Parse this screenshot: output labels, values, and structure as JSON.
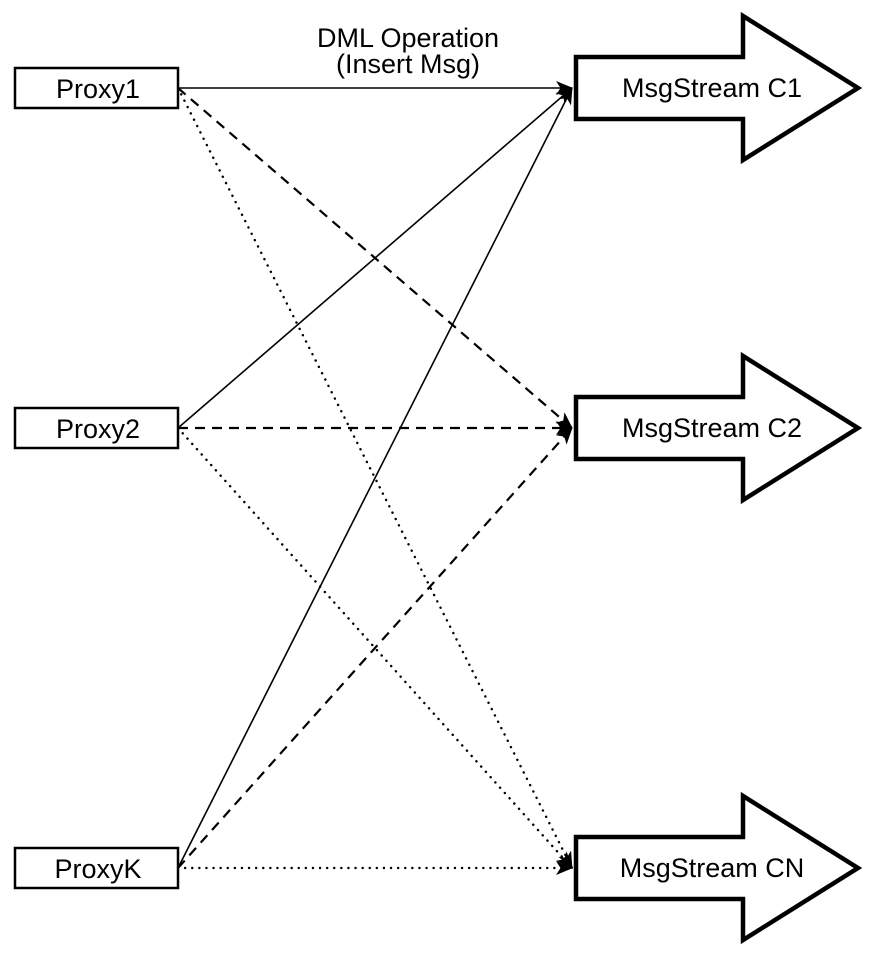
{
  "title_label": {
    "line1": "DML Operation",
    "line2": "(Insert Msg)"
  },
  "proxies": [
    {
      "id": "proxy1",
      "label": "Proxy1"
    },
    {
      "id": "proxy2",
      "label": "Proxy2"
    },
    {
      "id": "proxyk",
      "label": "ProxyK"
    }
  ],
  "streams": [
    {
      "id": "c1",
      "label": "MsgStream C1"
    },
    {
      "id": "c2",
      "label": "MsgStream C2"
    },
    {
      "id": "cn",
      "label": "MsgStream CN"
    }
  ],
  "edges": [
    {
      "from": "proxy1",
      "to": "c1",
      "style": "solid"
    },
    {
      "from": "proxy2",
      "to": "c1",
      "style": "solid"
    },
    {
      "from": "proxyk",
      "to": "c1",
      "style": "solid"
    },
    {
      "from": "proxy1",
      "to": "c2",
      "style": "dashed"
    },
    {
      "from": "proxy2",
      "to": "c2",
      "style": "dashed"
    },
    {
      "from": "proxyk",
      "to": "c2",
      "style": "dashed"
    },
    {
      "from": "proxy1",
      "to": "cn",
      "style": "dotted"
    },
    {
      "from": "proxy2",
      "to": "cn",
      "style": "dotted"
    },
    {
      "from": "proxyk",
      "to": "cn",
      "style": "dotted"
    }
  ],
  "colors": {
    "stroke": "#000000",
    "fill": "#ffffff",
    "background": "#ffffff"
  }
}
